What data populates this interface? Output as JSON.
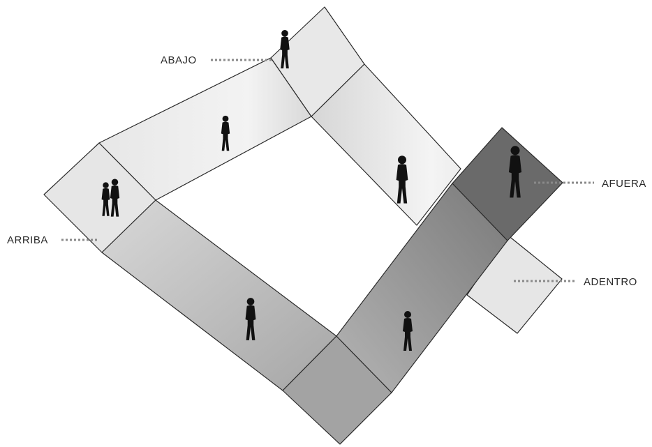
{
  "diagram": {
    "labels": {
      "abajo": "ABAJO",
      "arriba": "ARRIBA",
      "afuera": "AFUERA",
      "adentro": "ADENTRO"
    },
    "colors": {
      "background": "#ffffff",
      "light_panel": "#e4e4e4",
      "mid_panel": "#a8a8a8",
      "dark_panel": "#6e6e6e",
      "darkest_panel": "#5a5a5a",
      "figure": "#111111",
      "leader_line": "#8a8a8a"
    },
    "figure_icons": [
      "person-walking-icon",
      "person-pair-icon"
    ]
  }
}
